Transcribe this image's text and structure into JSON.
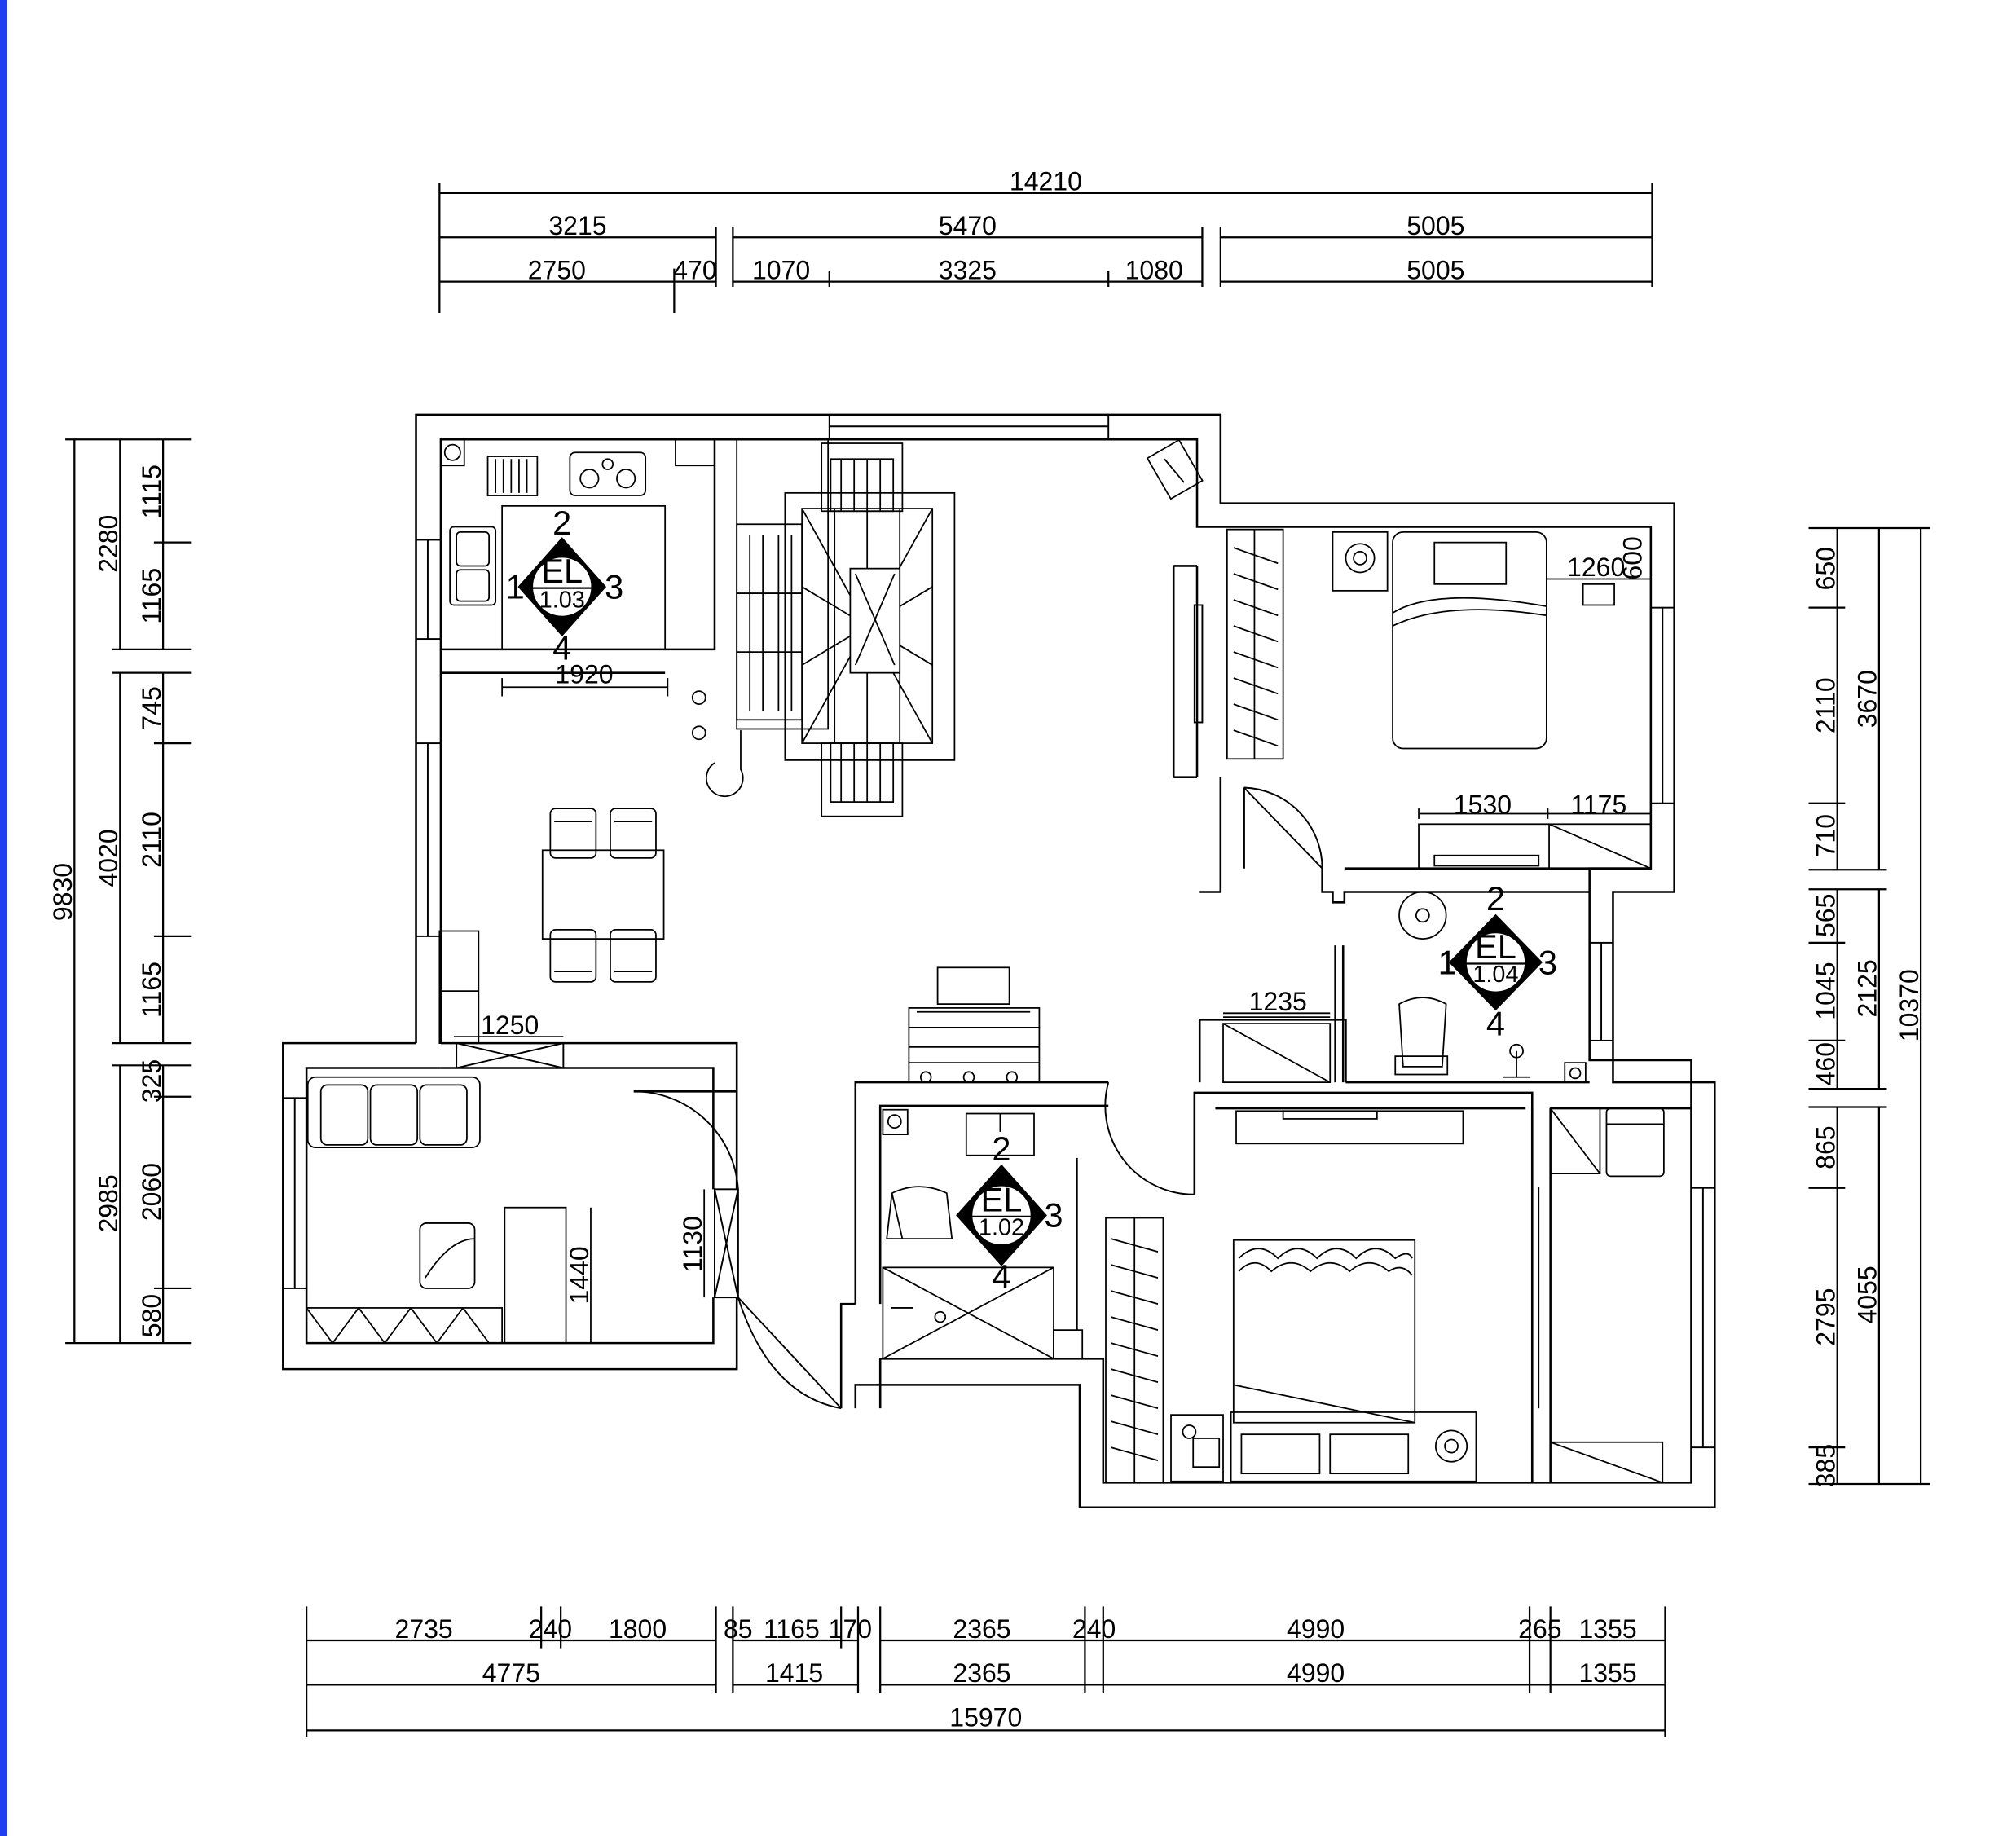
{
  "drawing": {
    "line_color": "#000000",
    "accent_edge_color": "#1f3ff0"
  },
  "dimensions": {
    "top": {
      "overall": "14210",
      "row1": [
        "3215",
        "5470",
        "5005"
      ],
      "row2": [
        "2750",
        "470",
        "1070",
        "3325",
        "1080",
        "5005"
      ]
    },
    "bottom": {
      "row1": [
        "2735",
        "240",
        "1800",
        "85",
        "1165",
        "170",
        "2365",
        "240",
        "4990",
        "265",
        "1355"
      ],
      "row2": [
        "4775",
        "1415",
        "2365",
        "4990",
        "1355"
      ],
      "overall": "15970"
    },
    "left": {
      "inner": [
        "1115",
        "1165",
        "745",
        "2110",
        "1165",
        "325",
        "2060",
        "580"
      ],
      "middle": [
        "2280",
        "4020",
        "2985"
      ],
      "outer": "9830"
    },
    "right": {
      "inner": [
        "650",
        "2110",
        "710",
        "565",
        "1045",
        "460",
        "865",
        "2795",
        "385"
      ],
      "middle": [
        "3670",
        "2125",
        "4055"
      ],
      "outer": "10370"
    },
    "interior": [
      "1920",
      "1250",
      "1440",
      "1130",
      "1235",
      "1260",
      "600",
      "1530",
      "1175"
    ]
  },
  "elevation_markers": [
    {
      "label": "EL",
      "number": "1.03",
      "sides": [
        "1",
        "2",
        "3",
        "4"
      ]
    },
    {
      "label": "EL",
      "number": "1.04",
      "sides": [
        "1",
        "2",
        "3",
        "4"
      ]
    },
    {
      "label": "EL",
      "number": "1.02",
      "sides": [
        "2",
        "3",
        "4"
      ]
    }
  ]
}
